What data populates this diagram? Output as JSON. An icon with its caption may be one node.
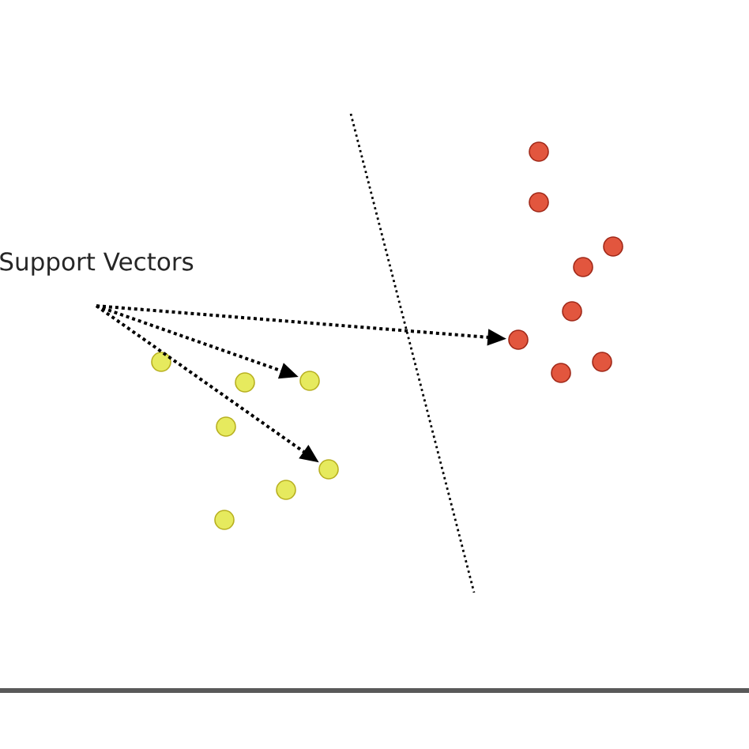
{
  "diagram": {
    "nodes": [
      {
        "text": [
          "Support Vectors"
        ]
      },
      {
        "text": [],
        "shape": "circle"
      },
      {
        "text": [],
        "shape": "circle"
      },
      {
        "text": [],
        "shape": "circle"
      },
      {
        "text": [],
        "shape": "circle"
      },
      {
        "text": [],
        "shape": "circle"
      },
      {
        "text": [],
        "shape": "circle"
      },
      {
        "text": [],
        "shape": "circle"
      },
      {
        "text": [],
        "shape": "circle"
      },
      {
        "text": [],
        "shape": "circle"
      },
      {
        "text": [],
        "shape": "circle"
      },
      {
        "text": [],
        "shape": "circle"
      },
      {
        "text": [],
        "shape": "circle"
      },
      {
        "text": [],
        "shape": "circle"
      },
      {
        "text": [],
        "shape": "circle"
      },
      {
        "text": [],
        "shape": "circle"
      }
    ],
    "edges": [
      {
        "from": 0,
        "to": 6,
        "arrow": "to",
        "style": "dashed"
      },
      {
        "from": 0,
        "to": 7,
        "arrow": "to",
        "style": "dashed"
      },
      {
        "from": 0,
        "to": 8,
        "arrow": "to",
        "style": "dashed"
      }
    ]
  }
}
